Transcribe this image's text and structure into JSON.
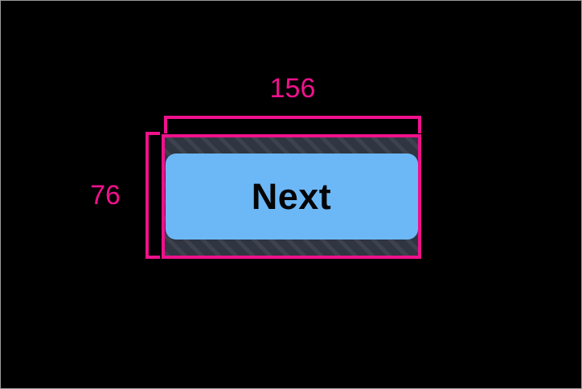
{
  "overlay": {
    "background_color": "#000000",
    "accent_color": "#f0118c",
    "width_measurement": "156",
    "height_measurement": "76",
    "unit": "px"
  },
  "element": {
    "type": "button",
    "label": "Next",
    "fill_color": "#6cb8f7",
    "text_color": "#050505",
    "padding_fill_color": "#2f3541",
    "corner_radius": "13",
    "outline_color": "#f0118c"
  }
}
